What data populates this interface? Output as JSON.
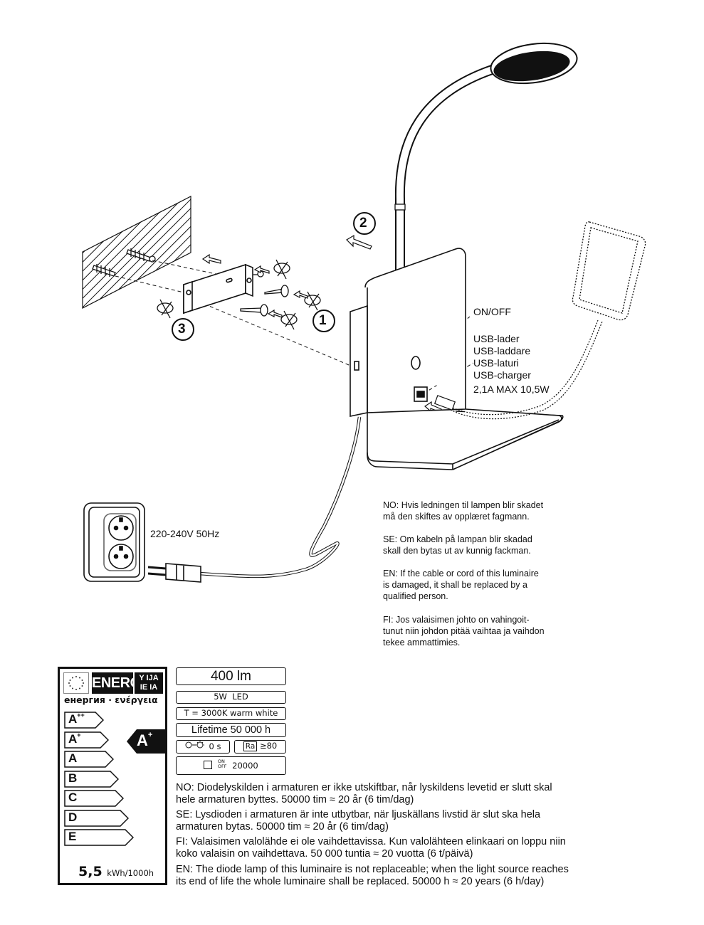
{
  "steps": {
    "step1": "1",
    "step2": "2",
    "step3": "3"
  },
  "labels": {
    "on_off": "ON/OFF",
    "usb": [
      "USB-lader",
      "USB-laddare",
      "USB-laturi",
      "USB-charger"
    ],
    "usb_rating": "2,1A MAX 10,5W",
    "voltage": "220-240V 50Hz"
  },
  "cord_warnings": {
    "no": [
      "NO: Hvis ledningen til lampen blir skadet",
      "må den skiftes av opplæret fagmann."
    ],
    "se": [
      "SE: Om kabeln på lampan blir skadad",
      "skall den bytas ut av kunnig fackman."
    ],
    "en": [
      "EN: If the cable or cord of this luminaire",
      "is damaged, it shall be replaced by a",
      "qualified person."
    ],
    "fi": [
      "FI: Jos valaisimen johto on vahingoit-",
      "tunut niin johdon pitää vaihtaa ja vaihdon",
      "tekee ammattimies."
    ]
  },
  "energy_label": {
    "title": "ENERG",
    "title_suffix_top": "Y IJA",
    "title_suffix_bottom": "IE IA",
    "subtitle": "енергия · ενέργεια",
    "classes": [
      {
        "letter": "A",
        "sup": "++"
      },
      {
        "letter": "A",
        "sup": "+"
      },
      {
        "letter": "A",
        "sup": ""
      },
      {
        "letter": "B",
        "sup": ""
      },
      {
        "letter": "C",
        "sup": ""
      },
      {
        "letter": "D",
        "sup": ""
      },
      {
        "letter": "E",
        "sup": ""
      }
    ],
    "rating_letter": "A",
    "rating_sup": "+",
    "consumption_value": "5,5",
    "consumption_unit": "kWh/1000h"
  },
  "specs": {
    "lumen": "400 lm",
    "power": "5W  LED",
    "color_temp": "T = 3000K warm white",
    "lifetime": "Lifetime 50 000 h",
    "warmup": "0 s",
    "cri_symbol": "Ra",
    "cri": "≥80",
    "switch_on": "ON",
    "switch_off": "OFF",
    "switch_cycles": "20000"
  },
  "lifetime_notes": {
    "no": [
      "NO: Diodelyskilden i armaturen er ikke utskiftbar, når lyskildens levetid er slutt skal",
      "hele armaturen byttes. 50000 tim ≈ 20 år (6 tim/dag)"
    ],
    "se": [
      "SE: Lysdioden i armaturen är inte utbytbar, när ljuskällans livstid är slut ska hela",
      "armaturen bytas. 50000 tim ≈ 20 år (6 tim/dag)"
    ],
    "fi": [
      "FI: Valaisimen valolähde ei ole vaihdettavissa. Kun valolähteen elinkaari on loppu niin",
      "koko valaisin on vaihdettava. 50 000 tuntia ≈ 20 vuotta (6 t/päivä)"
    ],
    "en": [
      "EN: The diode lamp of this luminaire is not replaceable; when the light source reaches",
      "its end of life the whole luminaire shall be replaced. 50000 h ≈ 20 years (6 h/day)"
    ]
  }
}
